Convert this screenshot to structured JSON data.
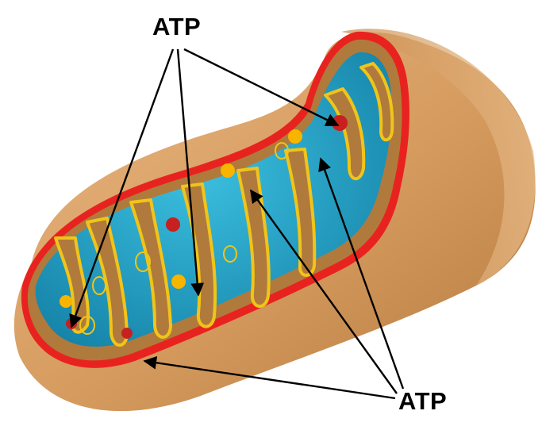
{
  "labels": {
    "top": "ATP",
    "bottom": "ATP"
  },
  "colors": {
    "outer_membrane": "#d9a066",
    "membrane_edge": "#e8231f",
    "matrix": "#2aa6c8",
    "crista_outline": "#f0c419",
    "inner_wall": "#b07a3c",
    "atp_synthase": "#c8201e",
    "granule": "#f7b500",
    "arrow": "#000000"
  },
  "icons": [
    "mitochondrion-illustration",
    "arrow"
  ]
}
